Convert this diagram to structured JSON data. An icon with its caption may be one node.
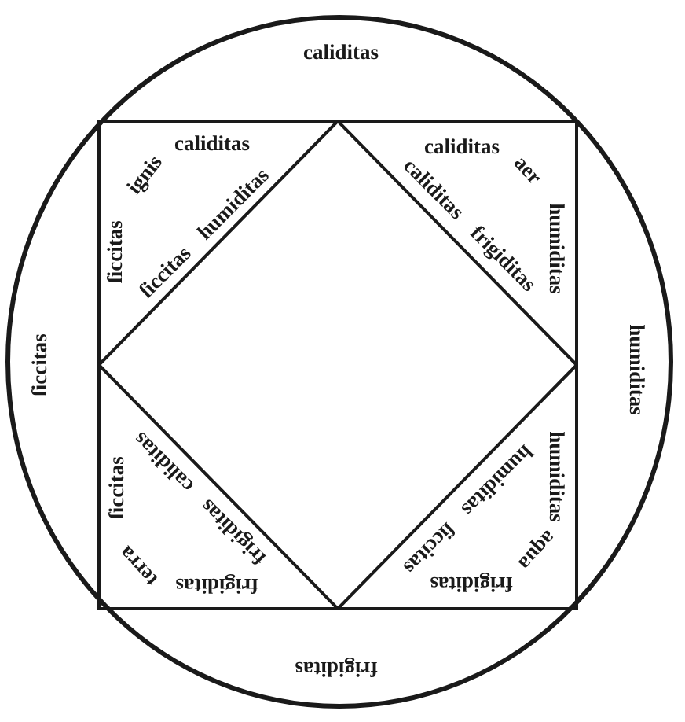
{
  "diagram": {
    "nodes": [
      {
        "text": [
          "caliditas",
          "ſiccitas",
          "humiditas",
          "frigiditas"
        ]
      },
      {
        "text": [
          "caliditas",
          "ignis",
          "ſiccitas",
          "ſiccitas humiditas"
        ],
        "in": 0
      },
      {
        "text": [
          "caliditas",
          "aer",
          "caliditas frigiditas",
          "humiditas"
        ],
        "in": 0
      },
      {
        "text": [
          "frigiditas caliditas",
          "ſiccitas",
          "terra",
          "frigiditas"
        ],
        "in": 0
      },
      {
        "text": [
          "humiditas ſiccitas",
          "humiditas",
          "aqua",
          "frigiditas"
        ],
        "in": 0
      }
    ]
  }
}
